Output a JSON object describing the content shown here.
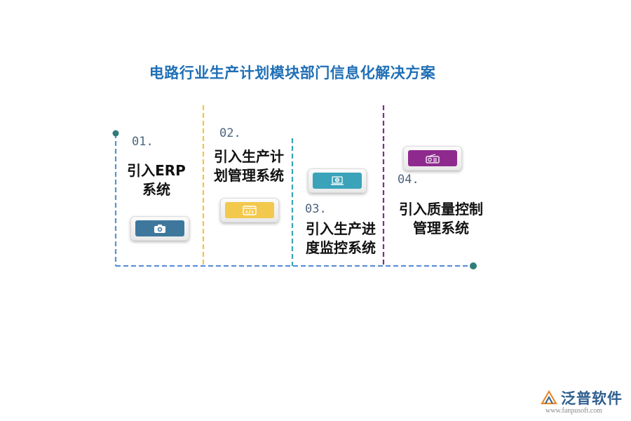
{
  "title": "电路行业生产计划模块部门信息化解决方案",
  "steps": [
    {
      "num": "01.",
      "line1": "引入ERP",
      "line2": "系统",
      "icon": "camera-icon",
      "color": "#3d789c"
    },
    {
      "num": "02.",
      "line1": "引入生产计",
      "line2": "划管理系统",
      "icon": "code-window-icon",
      "color": "#f2c94c"
    },
    {
      "num": "03.",
      "line1": "引入生产进",
      "line2": "度监控系统",
      "icon": "laptop-globe-icon",
      "color": "#3aa3ba"
    },
    {
      "num": "04.",
      "line1": "引入质量控制",
      "line2": "管理系统",
      "icon": "radio-icon",
      "color": "#8e2a8e"
    }
  ],
  "line_colors": {
    "base": "#5b8fd6",
    "step2": "#f0c545",
    "step3": "#3aa3ba",
    "step4": "#7b2d8e",
    "dot": "#2e7d7a"
  },
  "logo": {
    "name": "泛普软件",
    "url": "www.fanpusoft.com"
  }
}
